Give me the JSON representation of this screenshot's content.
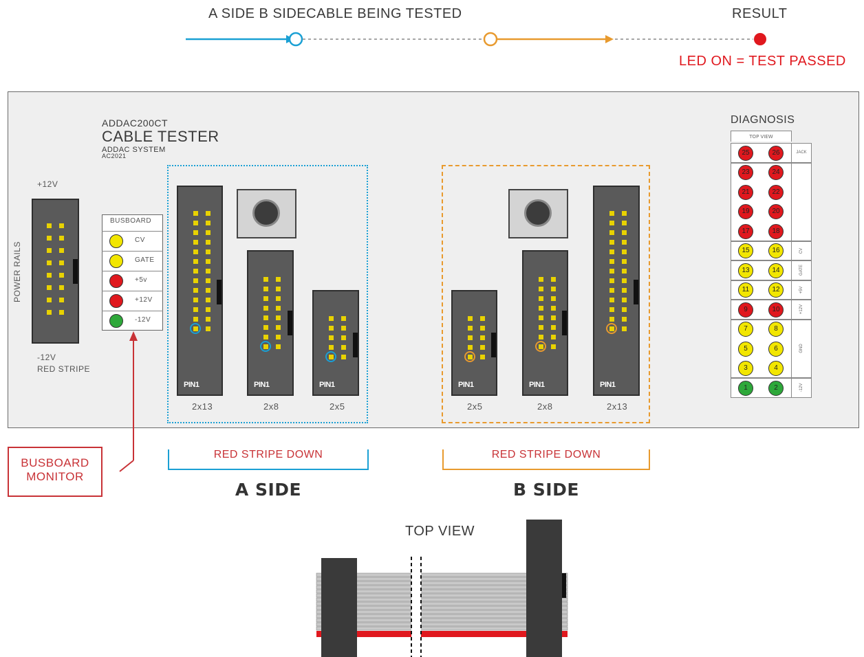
{
  "legend": {
    "a_side_label": "A SIDE",
    "b_side_label": "B SIDE",
    "cable_label": "CABLE BEING TESTED",
    "result_label": "RESULT",
    "led_note": "LED ON = TEST PASSED"
  },
  "panel": {
    "model": "ADDAC200CT",
    "title": "CABLE TESTER",
    "brand": "ADDAC SYSTEM",
    "year": "AC2021",
    "power_rails_label": "POWER RAILS",
    "plus12_label": "+12V",
    "minus12_label": "-12V",
    "red_stripe_label": "RED STRIPE",
    "busboard": {
      "header": "BUSBOARD",
      "rows": [
        {
          "label": "CV",
          "color": "#f2e600"
        },
        {
          "label": "GATE",
          "color": "#f2e600"
        },
        {
          "label": "+5v",
          "color": "#e0181e"
        },
        {
          "label": "+12V",
          "color": "#e0181e"
        },
        {
          "label": "-12V",
          "color": "#2ea83a"
        }
      ]
    },
    "pin1_label": "PIN1",
    "a_headers": [
      "2x13",
      "2x8",
      "2x5"
    ],
    "b_headers": [
      "2x5",
      "2x8",
      "2x13"
    ],
    "diagnosis": {
      "title": "DIAGNOSIS",
      "subheader": "TOP VIEW",
      "leds": [
        {
          "left": "25",
          "right": "26",
          "color": "#e0181e"
        },
        {
          "left": "23",
          "right": "24",
          "color": "#e0181e"
        },
        {
          "left": "21",
          "right": "22",
          "color": "#e0181e"
        },
        {
          "left": "19",
          "right": "20",
          "color": "#e0181e"
        },
        {
          "left": "17",
          "right": "18",
          "color": "#e0181e"
        },
        {
          "left": "15",
          "right": "16",
          "color": "#f2e600"
        },
        {
          "left": "13",
          "right": "14",
          "color": "#f2e600"
        },
        {
          "left": "11",
          "right": "12",
          "color": "#f2e600"
        },
        {
          "left": "9",
          "right": "10",
          "color": "#e0181e"
        },
        {
          "left": "7",
          "right": "8",
          "color": "#f2e600"
        },
        {
          "left": "5",
          "right": "6",
          "color": "#f2e600"
        },
        {
          "left": "3",
          "right": "4",
          "color": "#f2e600"
        },
        {
          "left": "1",
          "right": "2",
          "color": "#2ea83a"
        }
      ],
      "groups": [
        "JACK",
        "CV",
        "GATE",
        "+5V",
        "+12V",
        "GND",
        "-12V"
      ]
    }
  },
  "labels": {
    "red_stripe_down": "RED STRIPE DOWN",
    "busboard_monitor_line1": "BUSBOARD",
    "busboard_monitor_line2": "MONITOR",
    "a_side": "A SIDE",
    "b_side": "B SIDE",
    "top_view": "TOP VIEW"
  },
  "colors": {
    "a_side": "#1aa0d4",
    "b_side": "#e89a2e",
    "result": "#e0181e"
  }
}
